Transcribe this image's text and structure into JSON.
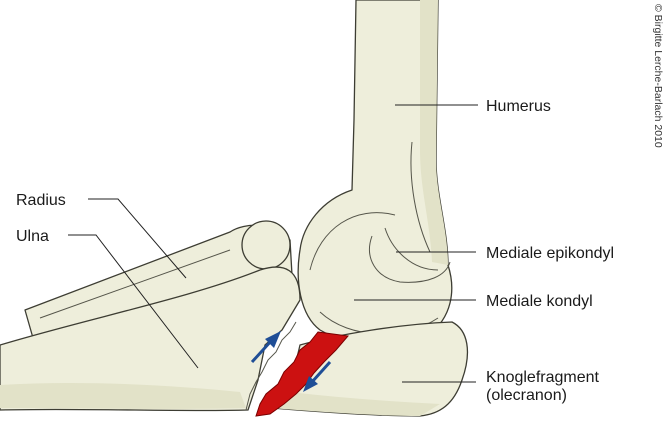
{
  "copyright": "© Birgitte Lerche-Barlach 2010",
  "labels": {
    "humerus": "Humerus",
    "mediale_epikondyl": "Mediale epikondyl",
    "mediale_kondyl": "Mediale kondyl",
    "knoglefragment": "Knoglefragment",
    "olecranon": "(olecranon)",
    "radius": "Radius",
    "ulna": "Ulna"
  },
  "colors": {
    "bone": "#eeeedb",
    "fracture": "#cc1111",
    "arrow": "#1f4e96"
  },
  "icons": [
    "arrow-up-right-icon",
    "arrow-down-left-icon"
  ]
}
